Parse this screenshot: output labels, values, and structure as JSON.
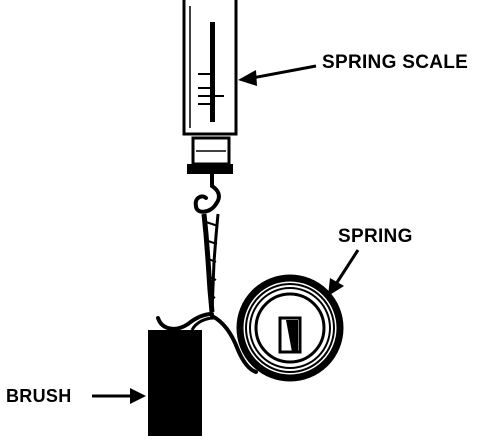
{
  "labels": {
    "spring_scale": "SPRING SCALE",
    "spring": "SPRING",
    "brush": "BRUSH"
  },
  "colors": {
    "ink": "#000000",
    "paper": "#ffffff"
  }
}
